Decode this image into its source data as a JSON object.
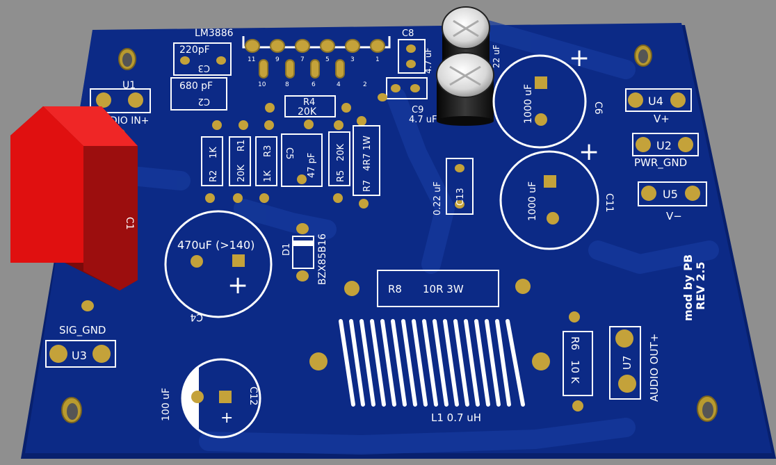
{
  "colors": {
    "background": "#8f8f8f",
    "board": "#0c2a86",
    "trace": "#123494",
    "silk": "#ffffff",
    "pad": "#c4a23a",
    "cap_red": "#e01010"
  },
  "ic": {
    "name": "LM3886",
    "top_pins": [
      "11",
      "9",
      "7",
      "5",
      "3",
      "1"
    ],
    "bottom_pins": [
      "10",
      "8",
      "6",
      "4",
      "2"
    ]
  },
  "connectors": {
    "u1": "U1",
    "u1_label": "AUDIO IN+",
    "u3": "U3",
    "u3_label": "SIG_GND",
    "u4": "U4",
    "u4_label": "V+",
    "u2": "U2",
    "u2_label": "PWR_GND",
    "u5": "U5",
    "u5_label": "V−",
    "u7": "U7",
    "u7_label": "AUDIO OUT+"
  },
  "caps": {
    "c2": "C2",
    "c2_val": "680 pF",
    "c3": "C3",
    "c3_val": "220pF",
    "c5": "C5",
    "c5_val": "47 pF",
    "c8": "C8",
    "c8_val": "4.7 uF",
    "c9": "C9",
    "c9_val": "4.7 uF",
    "c10_val": "22 uF",
    "c13": "C13",
    "c13_val": "0.22 uF",
    "c6": "C6",
    "c6_val": "1000 uF",
    "c11": "C11",
    "c11_val": "1000 uF",
    "c4": "C4",
    "c4_val": "470uF (>140)",
    "c12": "C12",
    "c12_val": "100 uF",
    "c1": "C1",
    "plus": "+"
  },
  "resistors": {
    "r1": "R1",
    "r1_val": "20K",
    "r2": "R2",
    "r2_val": "1K",
    "r3": "R3",
    "r3_val": "1K",
    "r4": "R4",
    "r4_val": "20K",
    "r5": "R5",
    "r5_val": "20K",
    "r6": "R6",
    "r6_val": "10 K",
    "r7": "R7",
    "r7_val": "4R7 1W",
    "r8": "R8",
    "r8_val": "10R 3W"
  },
  "diode": {
    "d1": "D1",
    "d1_val": "BZX85B16"
  },
  "inductor": {
    "l1": "L1 0.7 uH"
  },
  "credits": {
    "line1": "mod by PB",
    "line2": "REV 2.5"
  }
}
